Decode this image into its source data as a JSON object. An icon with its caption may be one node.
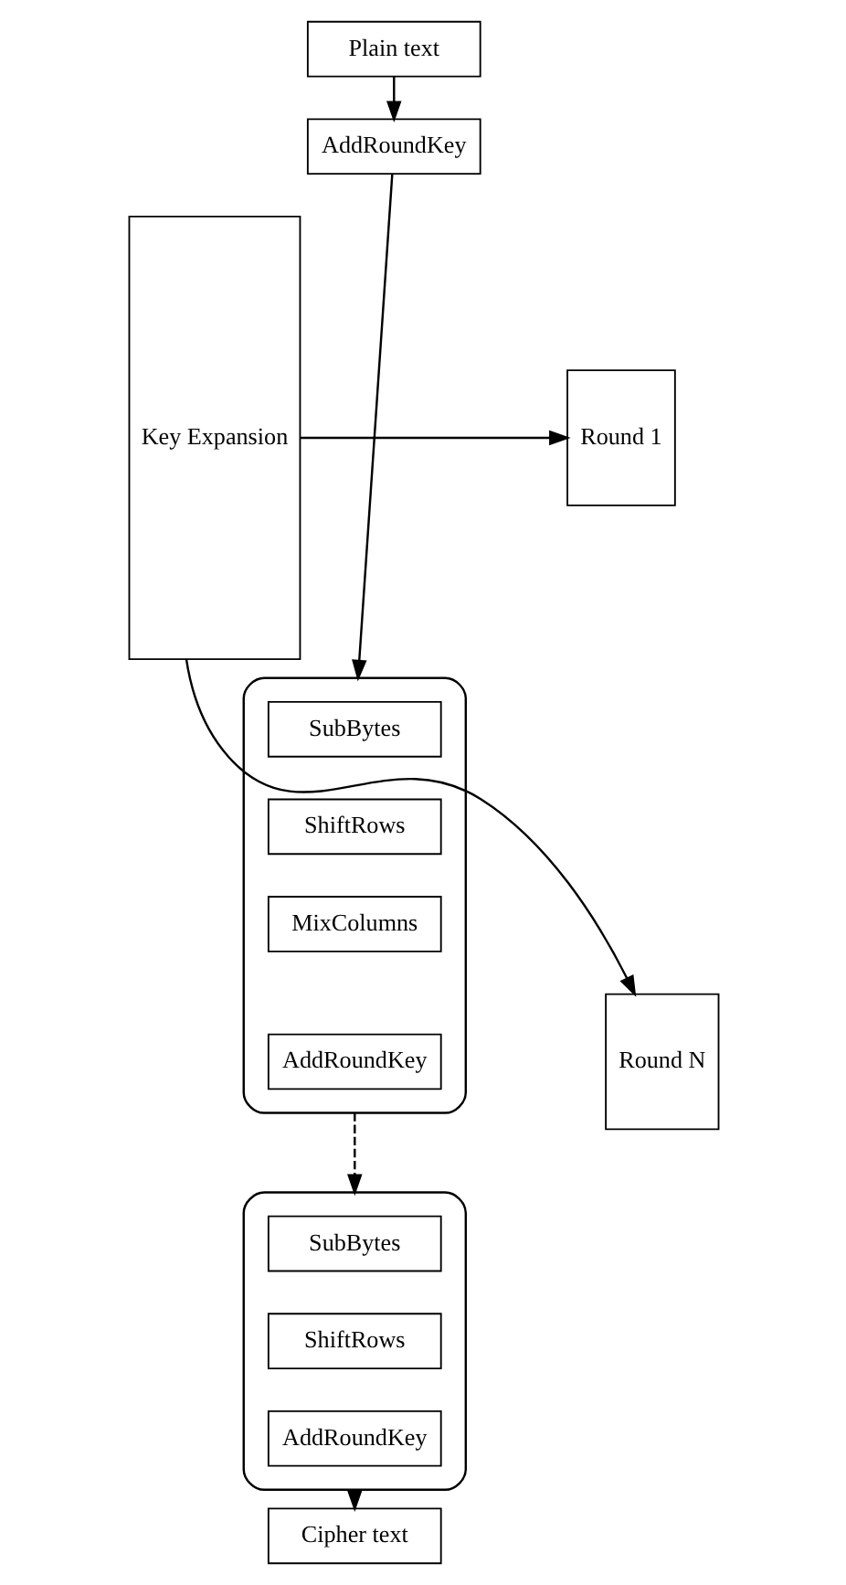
{
  "diagram": {
    "nodes": [
      {
        "text": [
          "Plain text"
        ]
      },
      {
        "text": [
          "AddRoundKey"
        ]
      },
      {
        "text": [],
        "shape": "box"
      },
      {
        "text": [
          "SubBytes"
        ],
        "in": 2
      },
      {
        "text": [
          "ShiftRows"
        ],
        "in": 2
      },
      {
        "text": [
          "MixColumns"
        ],
        "in": 2
      },
      {
        "text": [
          "AddRoundKey"
        ],
        "in": 2
      },
      {
        "text": [],
        "shape": "box"
      },
      {
        "text": [
          "SubBytes"
        ],
        "in": 7
      },
      {
        "text": [
          "ShiftRows"
        ],
        "in": 7
      },
      {
        "text": [
          "AddRoundKey"
        ],
        "in": 7
      },
      {
        "text": [
          "Cipher text"
        ]
      },
      {
        "text": [
          "Key Expansion"
        ]
      },
      {
        "text": [
          "Round 1"
        ]
      },
      {
        "text": [
          "Round N"
        ]
      }
    ],
    "edges": [
      {
        "from": 0,
        "to": 1,
        "arrow": "to"
      },
      {
        "from": 1,
        "to": 2,
        "arrow": "to"
      },
      {
        "from": 2,
        "to": 7,
        "arrow": "to",
        "style": "dashed"
      },
      {
        "from": 7,
        "to": 11,
        "arrow": "to"
      },
      {
        "from": 12,
        "to": 13,
        "arrow": "to"
      },
      {
        "from": 12,
        "to": 14,
        "arrow": "to"
      }
    ]
  }
}
